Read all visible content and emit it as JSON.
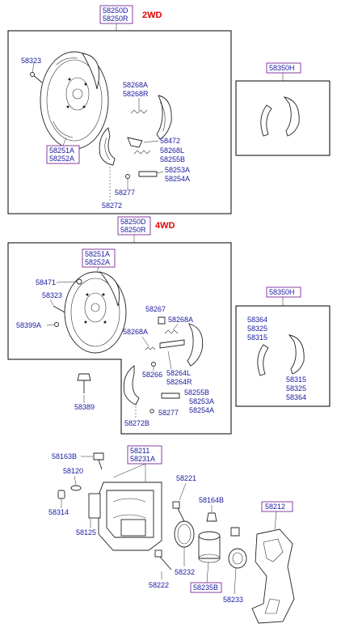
{
  "sections": {
    "rear_2wd": {
      "drive": "2WD",
      "header_codes": [
        "58250D",
        "58250R"
      ],
      "labels": {
        "screw": "58323",
        "plate": [
          "58251A",
          "58252A"
        ],
        "spring_top": [
          "58268A",
          "58268R"
        ],
        "lever": "58472",
        "spring_mid": [
          "58268L",
          "58255B"
        ],
        "adjuster": [
          "58253A",
          "58254A"
        ],
        "pin": "58277",
        "shoe": "58272"
      },
      "side_box_code": "58350H"
    },
    "rear_4wd": {
      "drive": "4WD",
      "header_codes": [
        "58250D",
        "58250R"
      ],
      "plate_codes": [
        "58251A",
        "58252A"
      ],
      "labels": {
        "grommet": "58471",
        "screw": "58323",
        "bolt_plate": "58399A",
        "bolt": "58389",
        "spring_a": "58267",
        "spring_b": "58268A",
        "spring_c": "58268A",
        "pin_clip": "58266",
        "springs_lr": [
          "58264L",
          "58264R"
        ],
        "adjuster_b": "58255B",
        "adjuster": [
          "58253A",
          "58254A"
        ],
        "pin": "58277",
        "shoe": "58272B"
      },
      "side_box_code": "58350H",
      "side_box_left": [
        "58364",
        "58325",
        "58315"
      ],
      "side_box_right": [
        "58315",
        "58325",
        "58364"
      ]
    },
    "front_caliper": {
      "header_codes": [
        "58211",
        "58231A"
      ],
      "labels": {
        "bleeder": "58163B",
        "bleeder_cap": "58120",
        "plug": "58314",
        "bolt_small": "58125",
        "guide_pin": "58221",
        "bushing": "58164B",
        "boot": "58232",
        "piston_kit": "58235B",
        "seal": "58233",
        "bolt_lower": "58222"
      },
      "bracket_code": "58212"
    }
  }
}
